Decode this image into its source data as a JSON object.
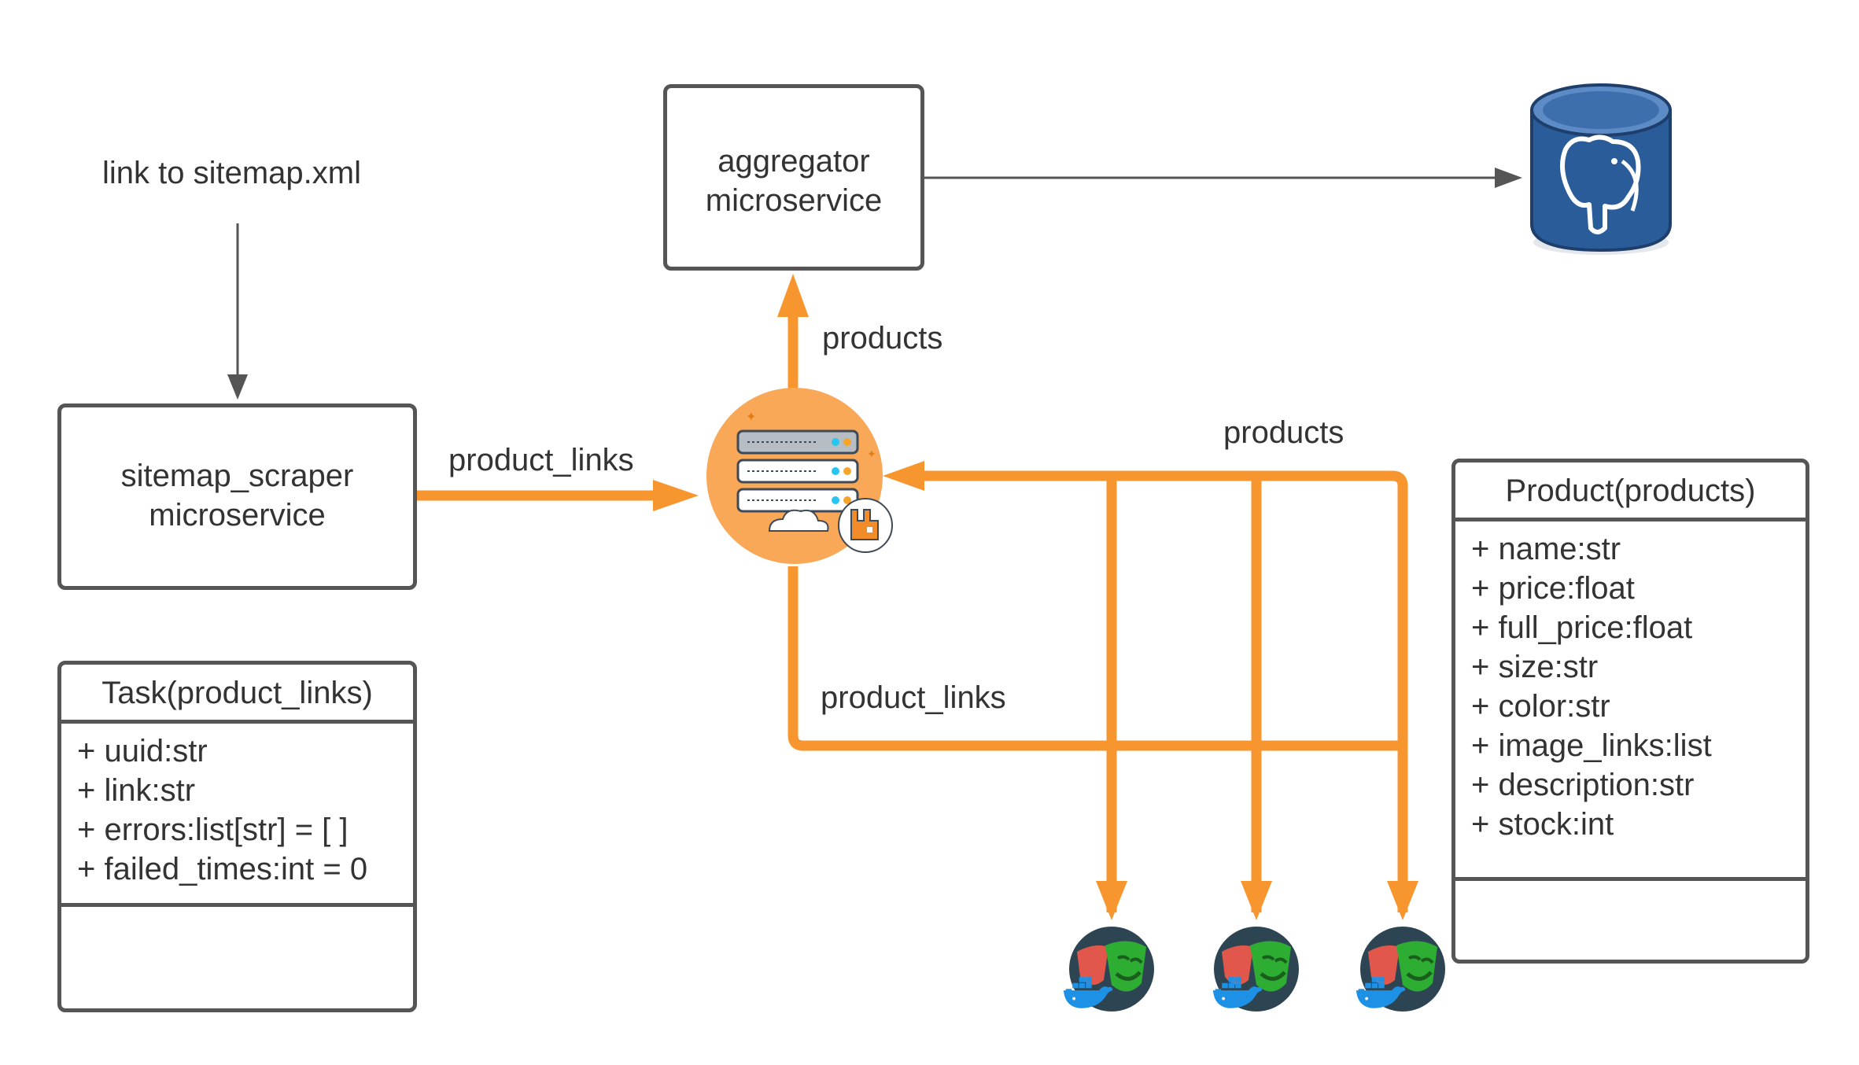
{
  "diagram": {
    "input_label": "link to sitemap.xml",
    "scraper": {
      "line1": "sitemap_scraper",
      "line2": "microservice"
    },
    "aggregator": {
      "line1": "aggregator",
      "line2": "microservice"
    },
    "edges": {
      "scraper_to_broker": "product_links",
      "broker_to_aggregator": "products",
      "workers_to_broker": "products",
      "broker_to_workers": "product_links"
    },
    "task_class": {
      "title": "Task(product_links)",
      "attributes": [
        "+ uuid:str",
        "+ link:str",
        "+ errors:list[str] = [ ]",
        "+ failed_times:int = 0"
      ]
    },
    "product_class": {
      "title": "Product(products)",
      "attributes": [
        "+ name:str",
        "+ price:float",
        "+ full_price:float",
        "+ size:str",
        "+ color:str",
        "+ image_links:list",
        "+ description:str",
        "+ stock:int"
      ]
    }
  },
  "icons": {
    "docker": "docker-whale-icon",
    "broker": "rabbitmq-broker-icon",
    "database": "postgresql-database-icon",
    "worker": "playwright-worker-icon"
  },
  "colors": {
    "orange": "#F7962F",
    "border": "#555555",
    "text": "#333333",
    "docker_blue": "#1D91E6",
    "db_blue": "#2B5C9A",
    "worker_dark": "#2D4552"
  }
}
